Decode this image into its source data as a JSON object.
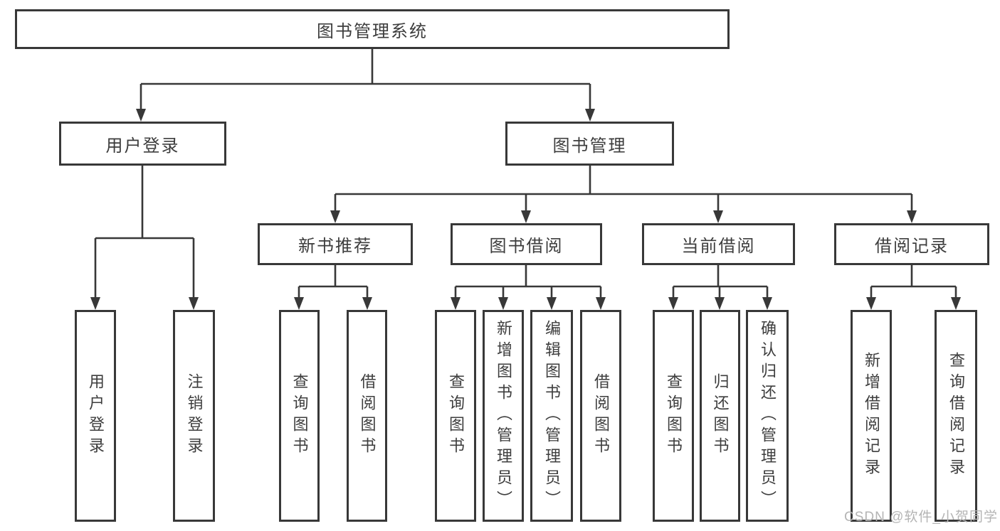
{
  "tree": {
    "label": "图书管理系统",
    "children": [
      {
        "label": "用户登录",
        "children": [
          {
            "label": "用户登录"
          },
          {
            "label": "注销登录"
          }
        ]
      },
      {
        "label": "图书管理",
        "children": [
          {
            "label": "新书推荐",
            "children": [
              {
                "label": "查询图书"
              },
              {
                "label": "借阅图书"
              }
            ]
          },
          {
            "label": "图书借阅",
            "children": [
              {
                "label": "查询图书"
              },
              {
                "label": "新增图书（管理员）"
              },
              {
                "label": "编辑图书（管理员）"
              },
              {
                "label": "借阅图书"
              }
            ]
          },
          {
            "label": "当前借阅",
            "children": [
              {
                "label": "查询图书"
              },
              {
                "label": "归还图书"
              },
              {
                "label": "确认归还（管理员）"
              }
            ]
          },
          {
            "label": "借阅记录",
            "children": [
              {
                "label": "新增借阅记录"
              },
              {
                "label": "查询借阅记录"
              }
            ]
          }
        ]
      }
    ]
  },
  "watermark": {
    "text": "CSDN @软件_小贺同学"
  },
  "colors": {
    "line": "#383838",
    "text": "#3d3d3d",
    "watermark": "#b4b4b4",
    "background": "#ffffff"
  }
}
